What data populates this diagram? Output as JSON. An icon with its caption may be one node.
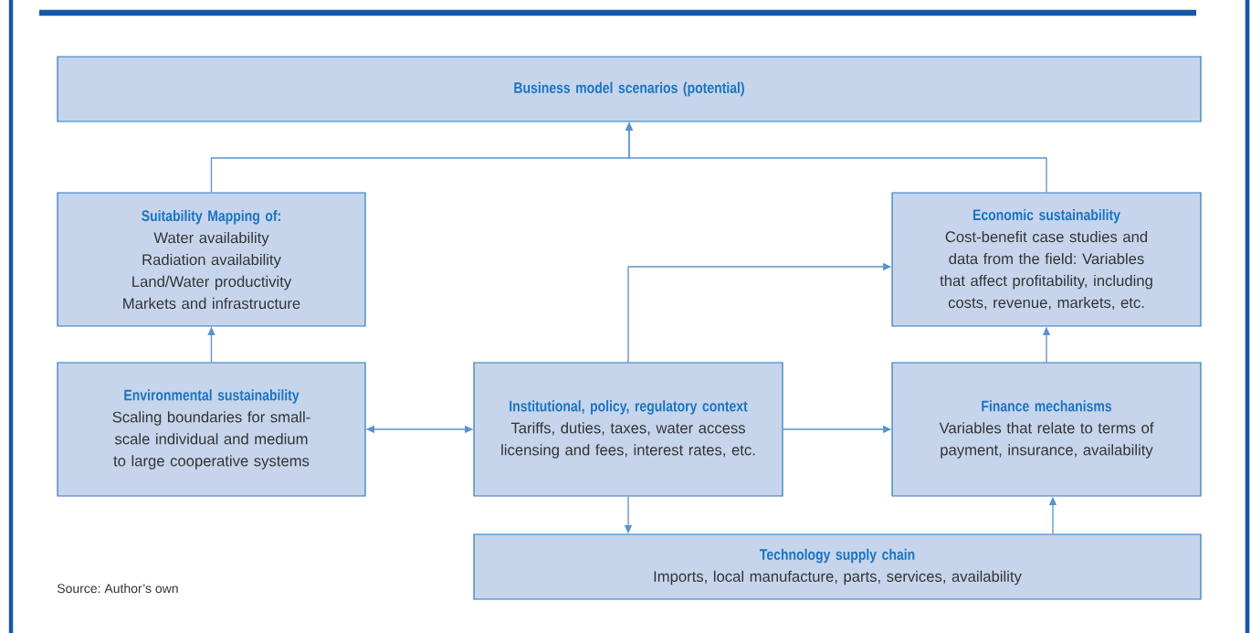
{
  "diagram": {
    "nodes": [
      {
        "text": [
          "Business model scenarios (potential)"
        ]
      },
      {
        "text": [
          "Suitability Mapping of:",
          "Water availability",
          "Radiation availability",
          "Land/Water productivity",
          "Markets and infrastructure"
        ]
      },
      {
        "text": [
          "Economic sustainability",
          "Cost-benefit case studies and data from the field: Variables that affect profitability, including costs, revenue, markets, etc."
        ]
      },
      {
        "text": [
          "Environmental sustainability",
          "Scaling boundaries for small-scale individual and medium to large cooperative systems"
        ]
      },
      {
        "text": [
          "Institutional, policy, regulatory context",
          "Tariffs, duties, taxes, water access licensing and fees, interest rates, etc."
        ]
      },
      {
        "text": [
          "Finance mechanisms",
          "Variables that relate to terms of payment, insurance, availability"
        ]
      },
      {
        "text": [
          "Technology supply chain",
          "Imports, local manufacture, parts, services, availability"
        ]
      }
    ],
    "edges": [
      {
        "from": 1,
        "to": 0,
        "arrow": "to"
      },
      {
        "from": 2,
        "to": 0,
        "arrow": "to"
      },
      {
        "from": 3,
        "to": 1,
        "arrow": "to"
      },
      {
        "from": 3,
        "to": 4,
        "arrow": "both"
      },
      {
        "from": 4,
        "to": 2,
        "arrow": "to"
      },
      {
        "from": 4,
        "to": 5,
        "arrow": "to"
      },
      {
        "from": 4,
        "to": 6,
        "arrow": "to"
      },
      {
        "from": 6,
        "to": 5,
        "arrow": "to"
      },
      {
        "from": 5,
        "to": 2,
        "arrow": "to"
      }
    ],
    "labels": [
      "Source: Author’s own"
    ]
  }
}
